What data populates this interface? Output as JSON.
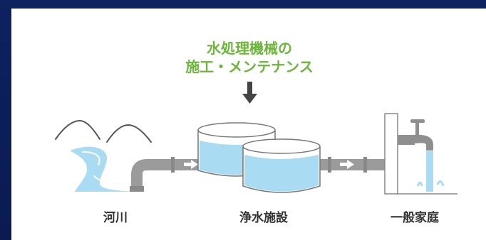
{
  "headline": {
    "line1": "水処理機械の",
    "line2": "施工・メンテナンス",
    "color": "#6cb43a"
  },
  "stages": [
    {
      "label": "河川"
    },
    {
      "label": "浄水施設"
    },
    {
      "label": "一般家庭"
    }
  ],
  "colors": {
    "water": "#a9dcf3",
    "pipe": "#9b9b9b",
    "mountain": "#555555",
    "background": "#0b1a4a"
  },
  "icons": [
    "mountain-icon",
    "river-icon",
    "water-tank-icon",
    "faucet-icon",
    "down-arrow-icon",
    "flow-arrow-icon"
  ]
}
